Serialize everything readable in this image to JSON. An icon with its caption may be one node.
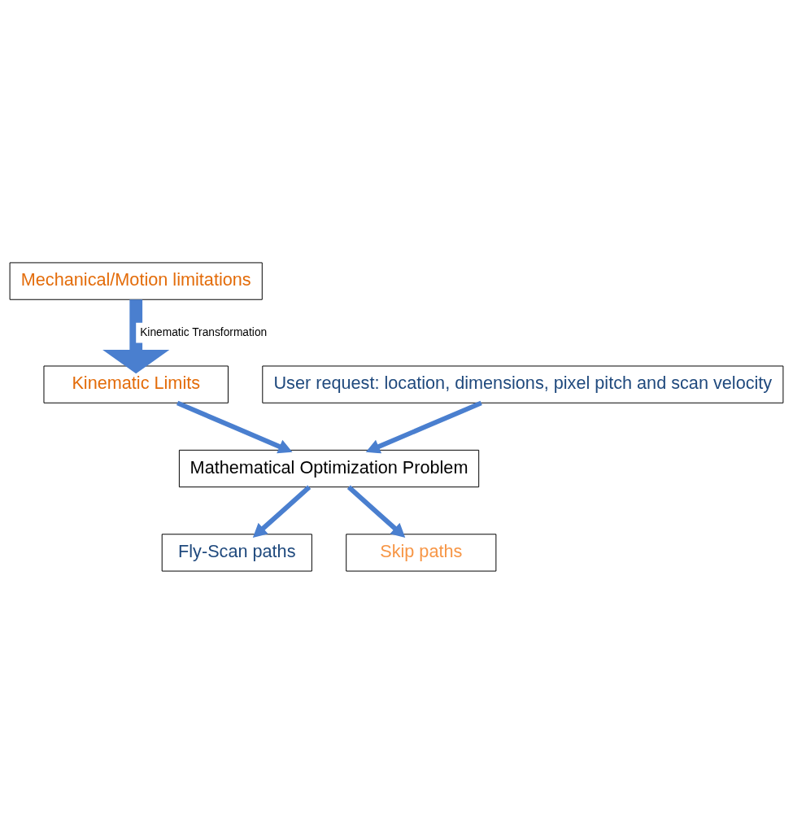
{
  "diagram": {
    "nodes": [
      {
        "text": [
          "Mechanical/Motion limitations"
        ]
      },
      {
        "text": [
          "User request: location, dimensions, pixel pitch and scan velocity"
        ]
      },
      {
        "text": [
          "Kinematic Limits"
        ]
      },
      {
        "text": [
          "Mathematical Optimization Problem"
        ]
      },
      {
        "text": [
          "Fly-Scan paths"
        ]
      },
      {
        "text": [
          "Skip paths"
        ]
      }
    ],
    "edges": [
      {
        "from": 0,
        "to": 2,
        "arrow": "to",
        "label": "Kinematic Transformation",
        "style": "thick"
      },
      {
        "from": 1,
        "to": 3,
        "arrow": "to"
      },
      {
        "from": 2,
        "to": 3,
        "arrow": "to"
      },
      {
        "from": 3,
        "to": 4,
        "arrow": "to"
      },
      {
        "from": 3,
        "to": 5,
        "arrow": "to"
      }
    ]
  }
}
